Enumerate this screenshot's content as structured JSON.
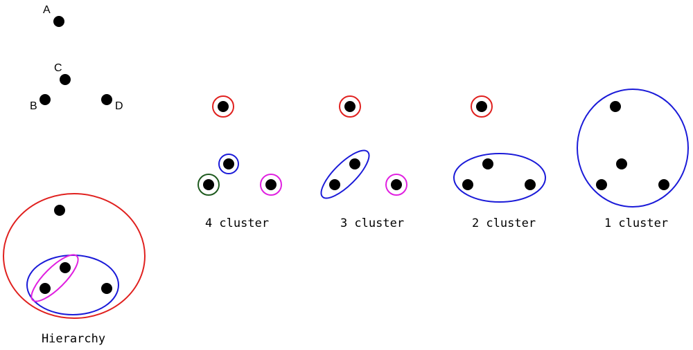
{
  "points": {
    "labels": {
      "A": "A",
      "B": "B",
      "C": "C",
      "D": "D"
    }
  },
  "captions": {
    "four": "4 cluster",
    "three": "3 cluster",
    "two": "2 cluster",
    "one": "1 cluster",
    "hierarchy": "Hierarchy"
  },
  "colors": {
    "point": "#000000",
    "red": "#e0201e",
    "blue": "#1a1ad8",
    "magenta": "#e020e0",
    "green": "#1e5a1e"
  }
}
